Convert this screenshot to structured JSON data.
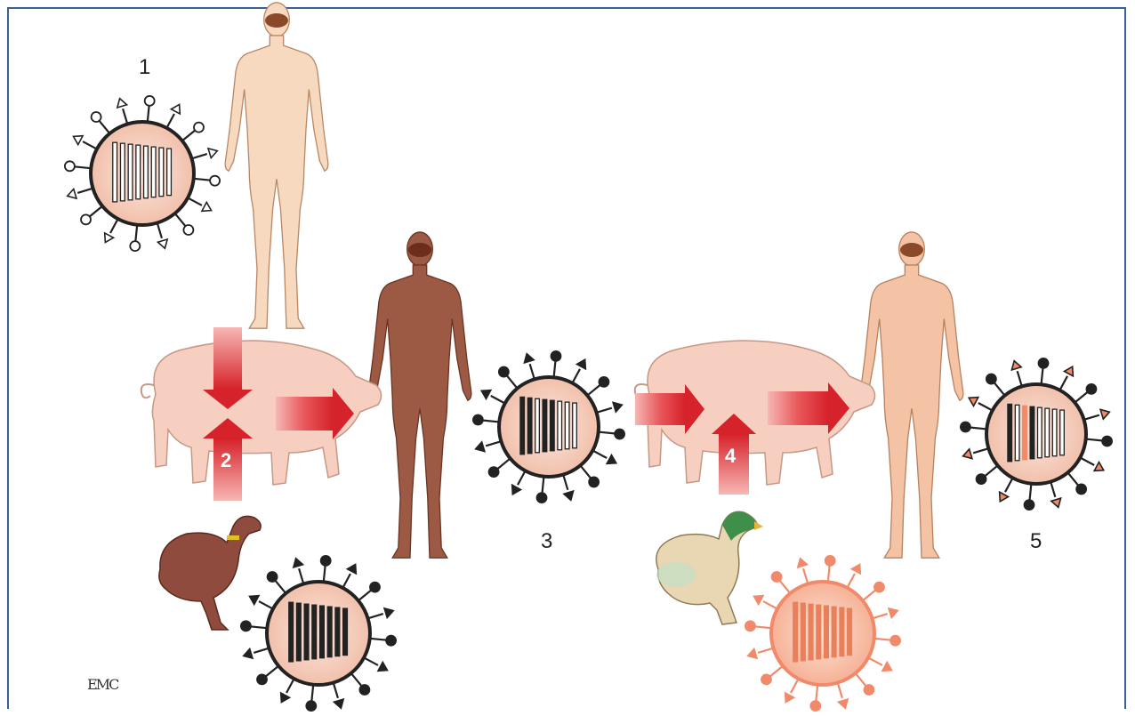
{
  "labels": {
    "step1": "1",
    "step2": "2",
    "step3": "3",
    "step4": "4",
    "step5": "5"
  },
  "logo_text": "EMC",
  "colors": {
    "frame": "#3b5f9a",
    "arrow_red": "#d6222a",
    "pale_skin": "#f7d9c0",
    "dark_skin": "#9c5a45",
    "light_skin": "#f4c3a6",
    "pig": "#f6cfc0",
    "virus_pink": "#f4a68a",
    "brown_duck": "#8f4b3d"
  },
  "icons": [
    "human-figure",
    "pig",
    "duck",
    "virus-particle",
    "transmission-arrow"
  ]
}
